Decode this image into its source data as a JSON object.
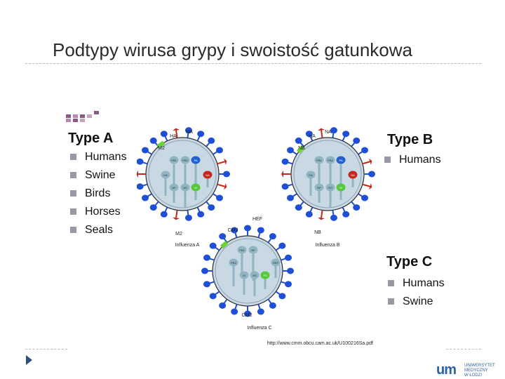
{
  "slide": {
    "title": "Podtypy wirusa grypy i swoistość gatunkowa"
  },
  "type_a": {
    "heading": "Type A",
    "hosts": [
      "Humans",
      "Swine",
      "Birds",
      "Horses",
      "Seals"
    ]
  },
  "type_b": {
    "heading": "Type B",
    "hosts": [
      "Humans"
    ]
  },
  "type_c": {
    "heading": "Type C",
    "hosts": [
      "Humans",
      "Swine"
    ]
  },
  "diagram": {
    "virus_a": {
      "caption": "Influenza A",
      "labels": {
        "ha": "HA",
        "na": "NA",
        "m2": "M2",
        "m2_bottom": "M2"
      },
      "segments": [
        "PB1",
        "PB2",
        "PA",
        "HA",
        "NP",
        "NA",
        "M",
        "NS"
      ]
    },
    "virus_b": {
      "caption": "Influenza B",
      "labels": {
        "ha": "HA",
        "na": "NA",
        "nb": "NB",
        "nb_bottom": "NB"
      },
      "segments": [
        "PB1",
        "PB2",
        "PA",
        "HA",
        "NP",
        "NA",
        "M",
        "NS"
      ]
    },
    "virus_c": {
      "caption": "Influenza C",
      "labels": {
        "hef": "HEF",
        "cm2": "CM2",
        "cm2_bottom": "CM2"
      },
      "segments": [
        "PB1",
        "PB2",
        "P3",
        "HEF",
        "NP",
        "M",
        "NS"
      ]
    },
    "colors": {
      "envelope": "#c9d9e4",
      "outline": "#2d2d2d",
      "ha_spike": "#1f4fd6",
      "na_spike": "#c4281c",
      "ion_channel": "#6bd331",
      "rna_segment": "#8fb4c2",
      "highlight_segment": "#1f5fd0",
      "na_segment": "#c4281c",
      "m_segment": "#55c93a"
    },
    "source_url": "http://www.cmm.obcu.cam.ac.uk/U100216Sa.pdf"
  },
  "logo": {
    "mark": "um",
    "line1": "UNIWERSYTET",
    "line2": "MEDYCZNY",
    "line3": "W ŁODZI"
  },
  "icons": {
    "nav": "next-slide-arrow-icon",
    "bullet": "square-bullet-icon"
  }
}
